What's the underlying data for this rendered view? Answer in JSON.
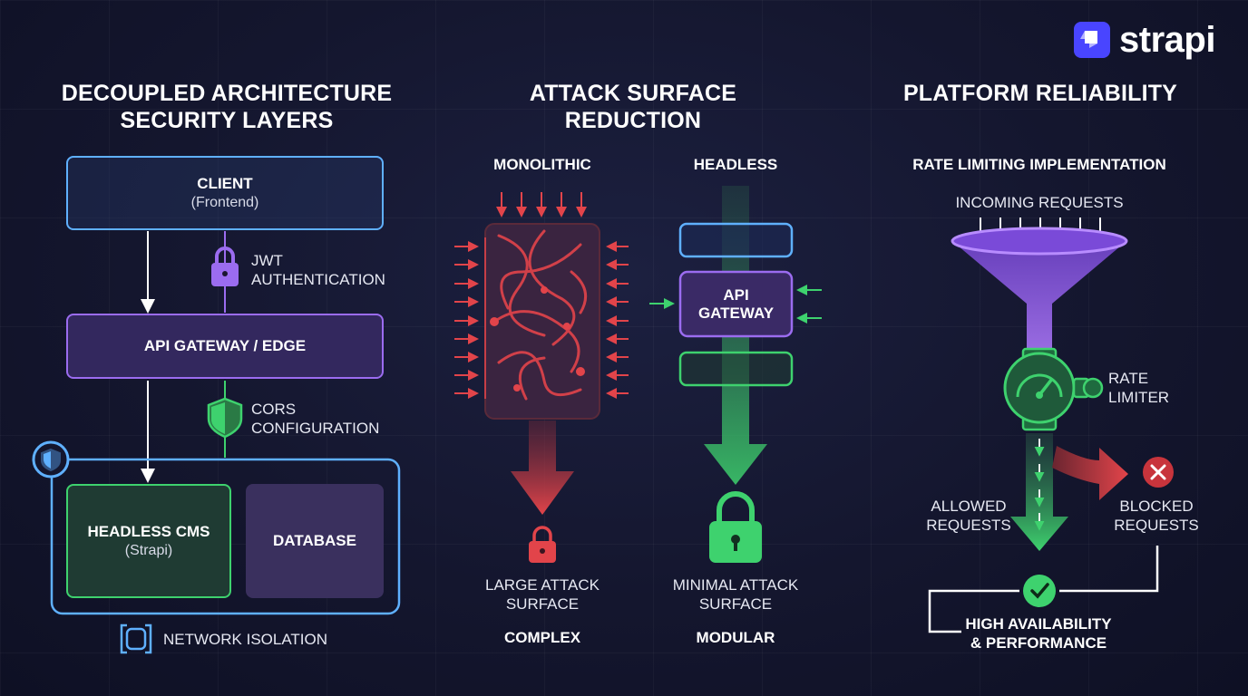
{
  "brand": {
    "name": "strapi"
  },
  "colors": {
    "blue": "#5fb0ff",
    "purple": "#9b6cf0",
    "green": "#3ed26e",
    "red": "#e2444a",
    "bg": "#14162e"
  },
  "sections": {
    "decoupled": {
      "title": "DECOUPLED ARCHITECTURE\nSECURITY LAYERS",
      "client": {
        "name": "CLIENT",
        "sub": "(Frontend)"
      },
      "jwt_label": "JWT\nAUTHENTICATION",
      "gateway": {
        "name": "API GATEWAY / EDGE"
      },
      "cors_label": "CORS\nCONFIGURATION",
      "cms": {
        "name": "HEADLESS CMS",
        "sub": "(Strapi)"
      },
      "database": {
        "name": "DATABASE"
      },
      "network_label": "NETWORK ISOLATION"
    },
    "attack": {
      "title": "ATTACK SURFACE\nREDUCTION",
      "monolithic": {
        "label": "MONOLITHIC",
        "surface": "LARGE ATTACK\nSURFACE",
        "trait": "COMPLEX"
      },
      "headless": {
        "label": "HEADLESS",
        "gateway": "API\nGATEWAY",
        "surface": "MINIMAL ATTACK\nSURFACE",
        "trait": "MODULAR"
      }
    },
    "reliability": {
      "title": "PLATFORM RELIABILITY",
      "subtitle": "RATE LIMITING IMPLEMENTATION",
      "incoming": "INCOMING REQUESTS",
      "limiter": "RATE\nLIMITER",
      "allowed": "ALLOWED\nREQUESTS",
      "blocked": "BLOCKED\nREQUESTS",
      "outcome": "HIGH AVAILABILITY\n& PERFORMANCE"
    }
  }
}
